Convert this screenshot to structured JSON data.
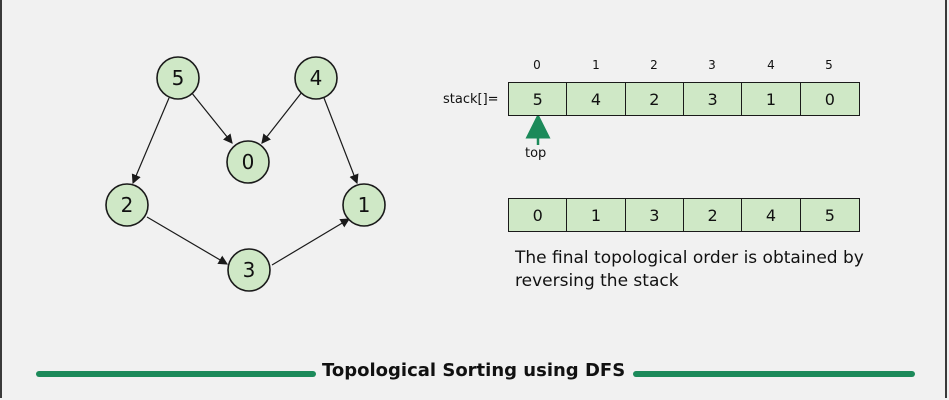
{
  "graph": {
    "nodes": [
      {
        "id": "5",
        "label": "5"
      },
      {
        "id": "4",
        "label": "4"
      },
      {
        "id": "0",
        "label": "0"
      },
      {
        "id": "2",
        "label": "2"
      },
      {
        "id": "1",
        "label": "1"
      },
      {
        "id": "3",
        "label": "3"
      }
    ],
    "edges": [
      {
        "from": "5",
        "to": "0"
      },
      {
        "from": "5",
        "to": "2"
      },
      {
        "from": "4",
        "to": "0"
      },
      {
        "from": "4",
        "to": "1"
      },
      {
        "from": "2",
        "to": "3"
      },
      {
        "from": "3",
        "to": "1"
      }
    ]
  },
  "stack": {
    "label": "stack[]=",
    "indices": [
      "0",
      "1",
      "2",
      "3",
      "4",
      "5"
    ],
    "values": [
      "5",
      "4",
      "2",
      "3",
      "1",
      "0"
    ],
    "top_label": "top"
  },
  "result": {
    "values": [
      "0",
      "1",
      "3",
      "2",
      "4",
      "5"
    ]
  },
  "note": "The final topological order is obtained by reversing the stack",
  "footer_title": "Topological Sorting using DFS",
  "colors": {
    "node_fill": "#cfe8c6",
    "accent": "#1c8a5a"
  }
}
